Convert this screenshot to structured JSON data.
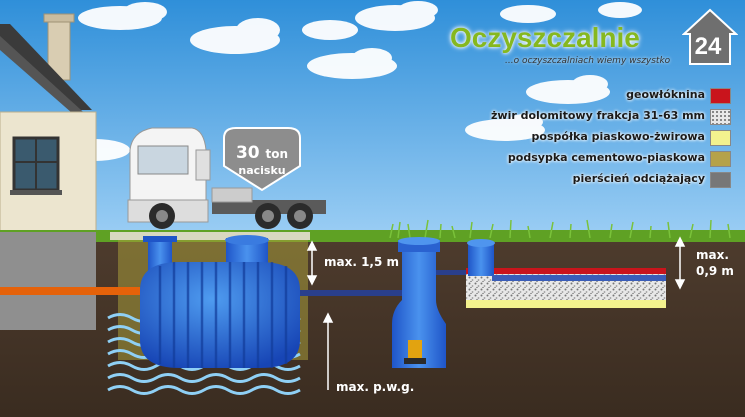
{
  "logo": {
    "name": "Oczyszczalnie",
    "number": "24",
    "tagline": "...o oczyszczalniach wiemy wszystko"
  },
  "legend": [
    {
      "label": "geowłóknina",
      "color": "#c9141c"
    },
    {
      "label": "żwir dolomitowy frakcja 31-63 mm",
      "color": "#d8d8d8"
    },
    {
      "label": "pospółka piaskowo-żwirowa",
      "color": "#f3f28e"
    },
    {
      "label": "podsypka cementowo-piaskowa",
      "color": "#b5a24a"
    },
    {
      "label": "pierścień odciążający",
      "color": "#777777"
    }
  ],
  "badge": {
    "value": "30",
    "unit": "ton",
    "text": "nacisku"
  },
  "dimensions": {
    "tank_cover": "max. 1,5 m",
    "drain_line1": "max.",
    "drain_line2": "0,9 m",
    "groundwater": "max. p.w.g."
  }
}
